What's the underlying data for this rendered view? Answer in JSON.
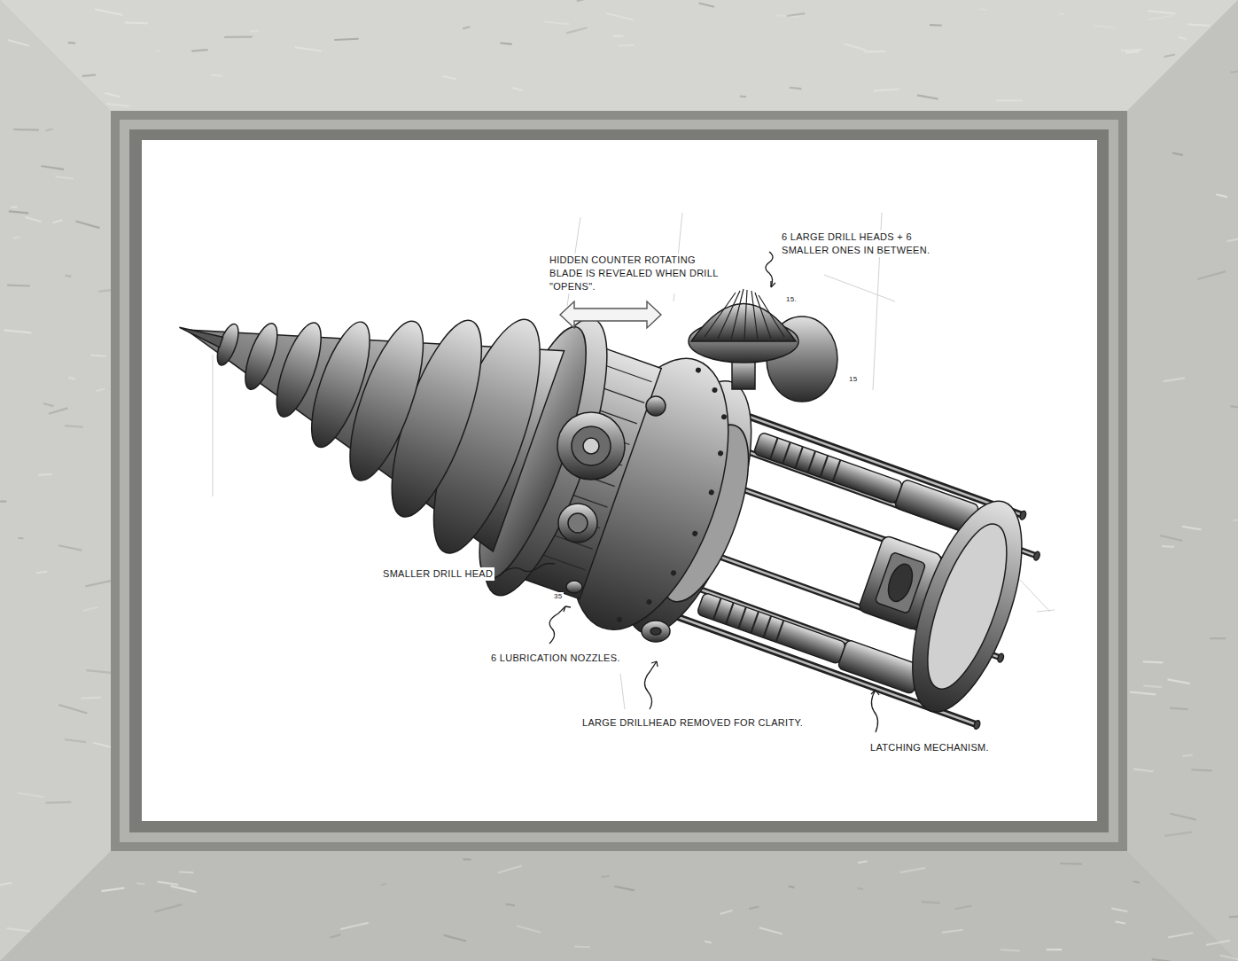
{
  "diagram": {
    "labels": [
      "HIDDEN COUNTER ROTATING BLADE IS REVEALED WHEN DRILL \"OPENS\".",
      "6 LARGE DRILL HEADS + 6 SMALLER ONES IN BETWEEN.",
      "15.",
      "15",
      "SMALLER DRILL HEAD",
      "35",
      "6 LUBRICATION NOZZLES.",
      "LARGE DRILLHEAD REMOVED FOR CLARITY.",
      "LATCHING MECHANISM."
    ]
  }
}
